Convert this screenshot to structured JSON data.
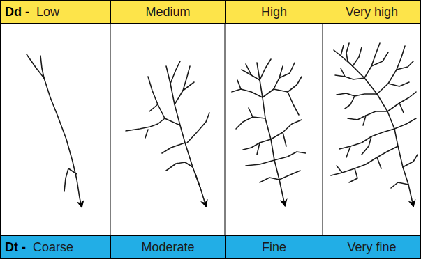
{
  "diagram": {
    "nodes": [
      {
        "text": [
          "Dd -",
          "Low"
        ]
      },
      {
        "text": [
          "Medium"
        ]
      },
      {
        "text": [
          "High"
        ]
      },
      {
        "text": [
          "Very high"
        ]
      },
      {
        "text": [
          "Dt -",
          "Coarse"
        ]
      },
      {
        "text": [
          "Moderate"
        ]
      },
      {
        "text": [
          "Fine"
        ]
      },
      {
        "text": [
          "Very fine"
        ]
      }
    ]
  }
}
